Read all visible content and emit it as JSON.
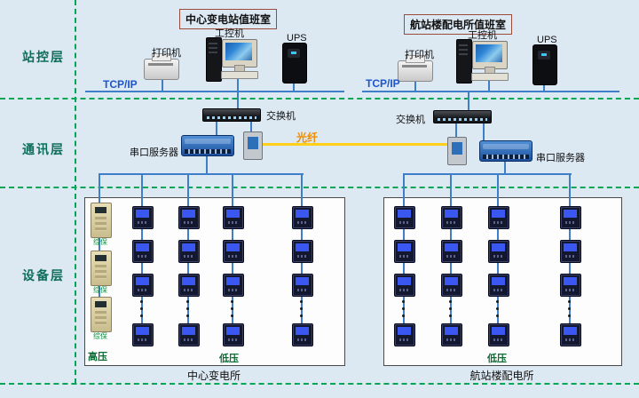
{
  "layers": {
    "station": "站控层",
    "comm": "通讯层",
    "device": "设备层"
  },
  "left": {
    "title": "中心变电站值班室",
    "printer": "打印机",
    "ipc": "工控机",
    "ups": "UPS",
    "tcpip": "TCP/IP",
    "switch": "交换机",
    "serial_server": "串口服务器",
    "protection": "综保",
    "hv": "高压",
    "lv": "低压",
    "caption": "中心变电所"
  },
  "right": {
    "title": "航站楼配电所值班室",
    "printer": "打印机",
    "ipc": "工控机",
    "ups": "UPS",
    "tcpip": "TCP/IP",
    "switch": "交换机",
    "serial_server": "串口服务器",
    "lv": "低压",
    "caption": "航站楼配电所"
  },
  "fiber": "光纤"
}
